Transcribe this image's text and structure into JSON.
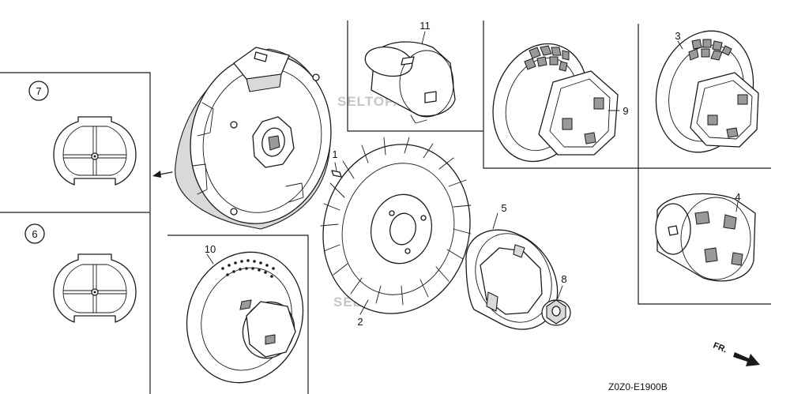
{
  "diagram": {
    "part_labels": [
      {
        "id": "1",
        "text": "1"
      },
      {
        "id": "2",
        "text": "2"
      },
      {
        "id": "3",
        "text": "3"
      },
      {
        "id": "4",
        "text": "4"
      },
      {
        "id": "5",
        "text": "5"
      },
      {
        "id": "6",
        "text": "6"
      },
      {
        "id": "7",
        "text": "7"
      },
      {
        "id": "8",
        "text": "8"
      },
      {
        "id": "9",
        "text": "9"
      },
      {
        "id": "10",
        "text": "10"
      },
      {
        "id": "11",
        "text": "11"
      }
    ],
    "direction_label": "FR.",
    "figure_code": "Z0Z0-E1900B",
    "watermark": "SELTOP.RU"
  }
}
